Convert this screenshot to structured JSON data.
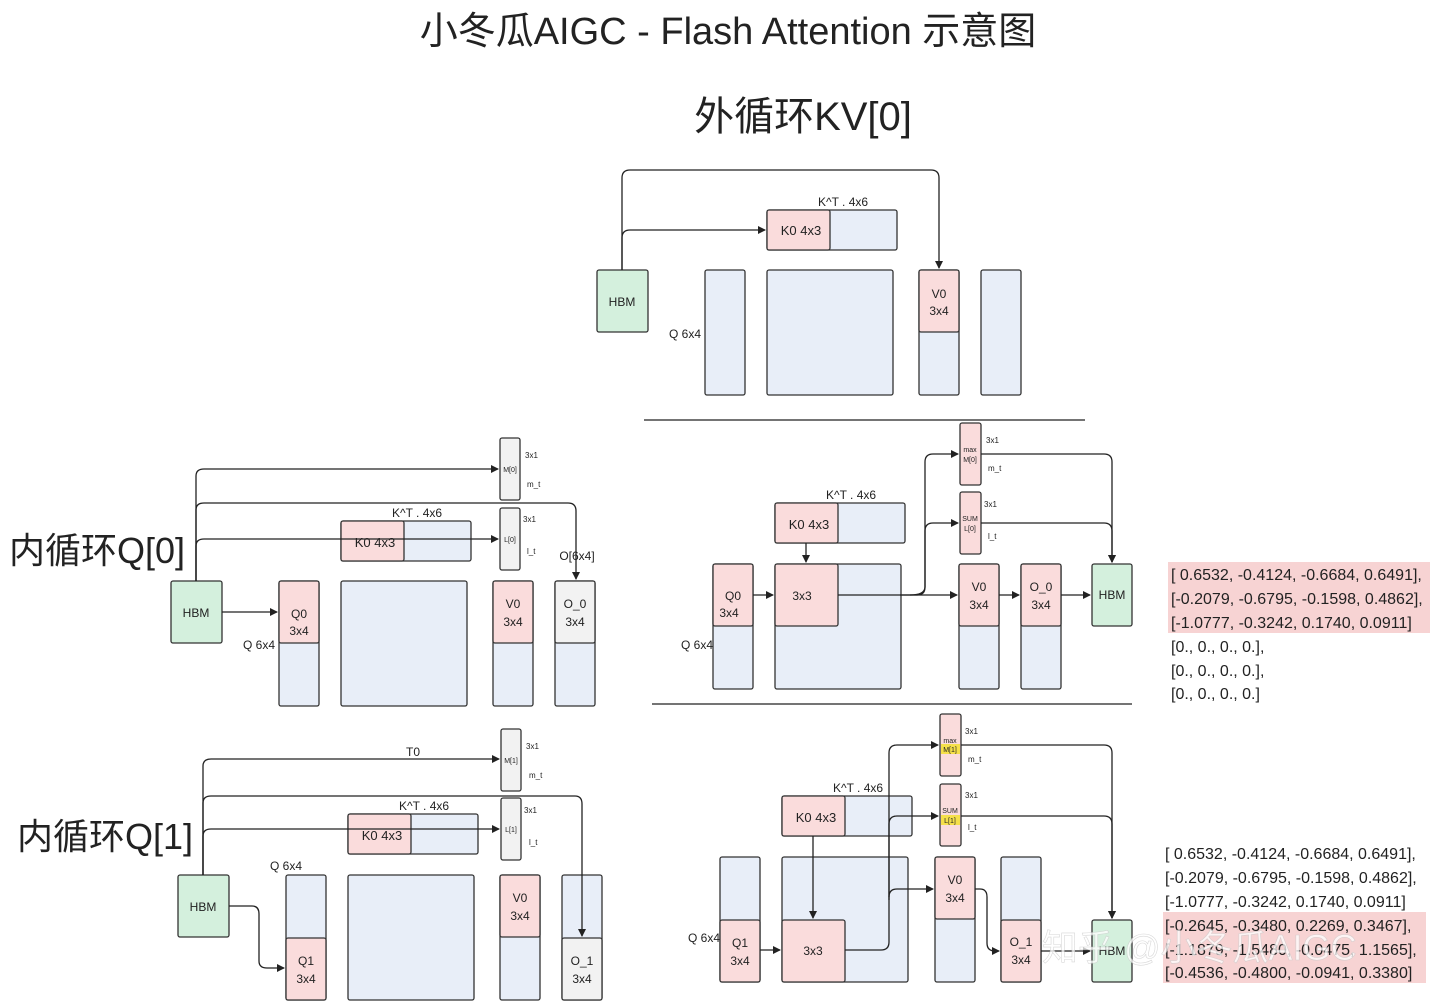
{
  "title": "小冬瓜AIGC - Flash Attention 示意图",
  "headings": {
    "outer_loop": "外循环KV[0]",
    "inner_q0": "内循环Q[0]",
    "inner_q1": "内循环Q[1]"
  },
  "labels": {
    "hbm": "HBM",
    "q_block": "Q 6x4",
    "kt_block": "K^T . 4x6",
    "k0_tile": "K0 4x3",
    "v0": "V0",
    "size_3x4": "3x4",
    "size_3x1": "3x1",
    "q0": "Q0",
    "q1": "Q1",
    "score": "3x3",
    "m0": "M[0]",
    "m1": "M[1]",
    "l0": "L[0]",
    "l1": "L[1]",
    "m_t": "m_t",
    "l_t": "l_t",
    "o_full": "O[6x4]",
    "o_0": "O_0",
    "o_1": "O_1",
    "max": "max",
    "sum": "SUM",
    "t0": "T0"
  },
  "matrix_q0": [
    "[ 0.6532, -0.4124, -0.6684,  0.6491],",
    "[-0.2079, -0.6795, -0.1598,  0.4862],",
    "[-1.0777, -0.3242,  0.1740,  0.0911]",
    "[0., 0., 0., 0.],",
    "[0., 0., 0., 0.],",
    "[0., 0., 0., 0.]"
  ],
  "matrix_q1": [
    "[ 0.6532, -0.4124, -0.6684,  0.6491],",
    "[-0.2079, -0.6795, -0.1598,  0.4862],",
    "[-1.0777, -0.3242,  0.1740,  0.0911]",
    "[-0.2645, -0.3480,  0.2269,  0.3467],",
    "[-1.1879, -1.5480, -0.0475,  1.1565],",
    "[-0.4536, -0.4800, -0.0941,  0.3380]"
  ],
  "watermark": "知乎 @小冬瓜AIGC",
  "colors": {
    "memory_block": "#e8eef8",
    "tile": "#fadcdc",
    "hbm": "#d4f0dd",
    "stat": "#f2f2f2",
    "highlight": "#f5e04a",
    "matrix_highlight": "#f7d3d3"
  }
}
